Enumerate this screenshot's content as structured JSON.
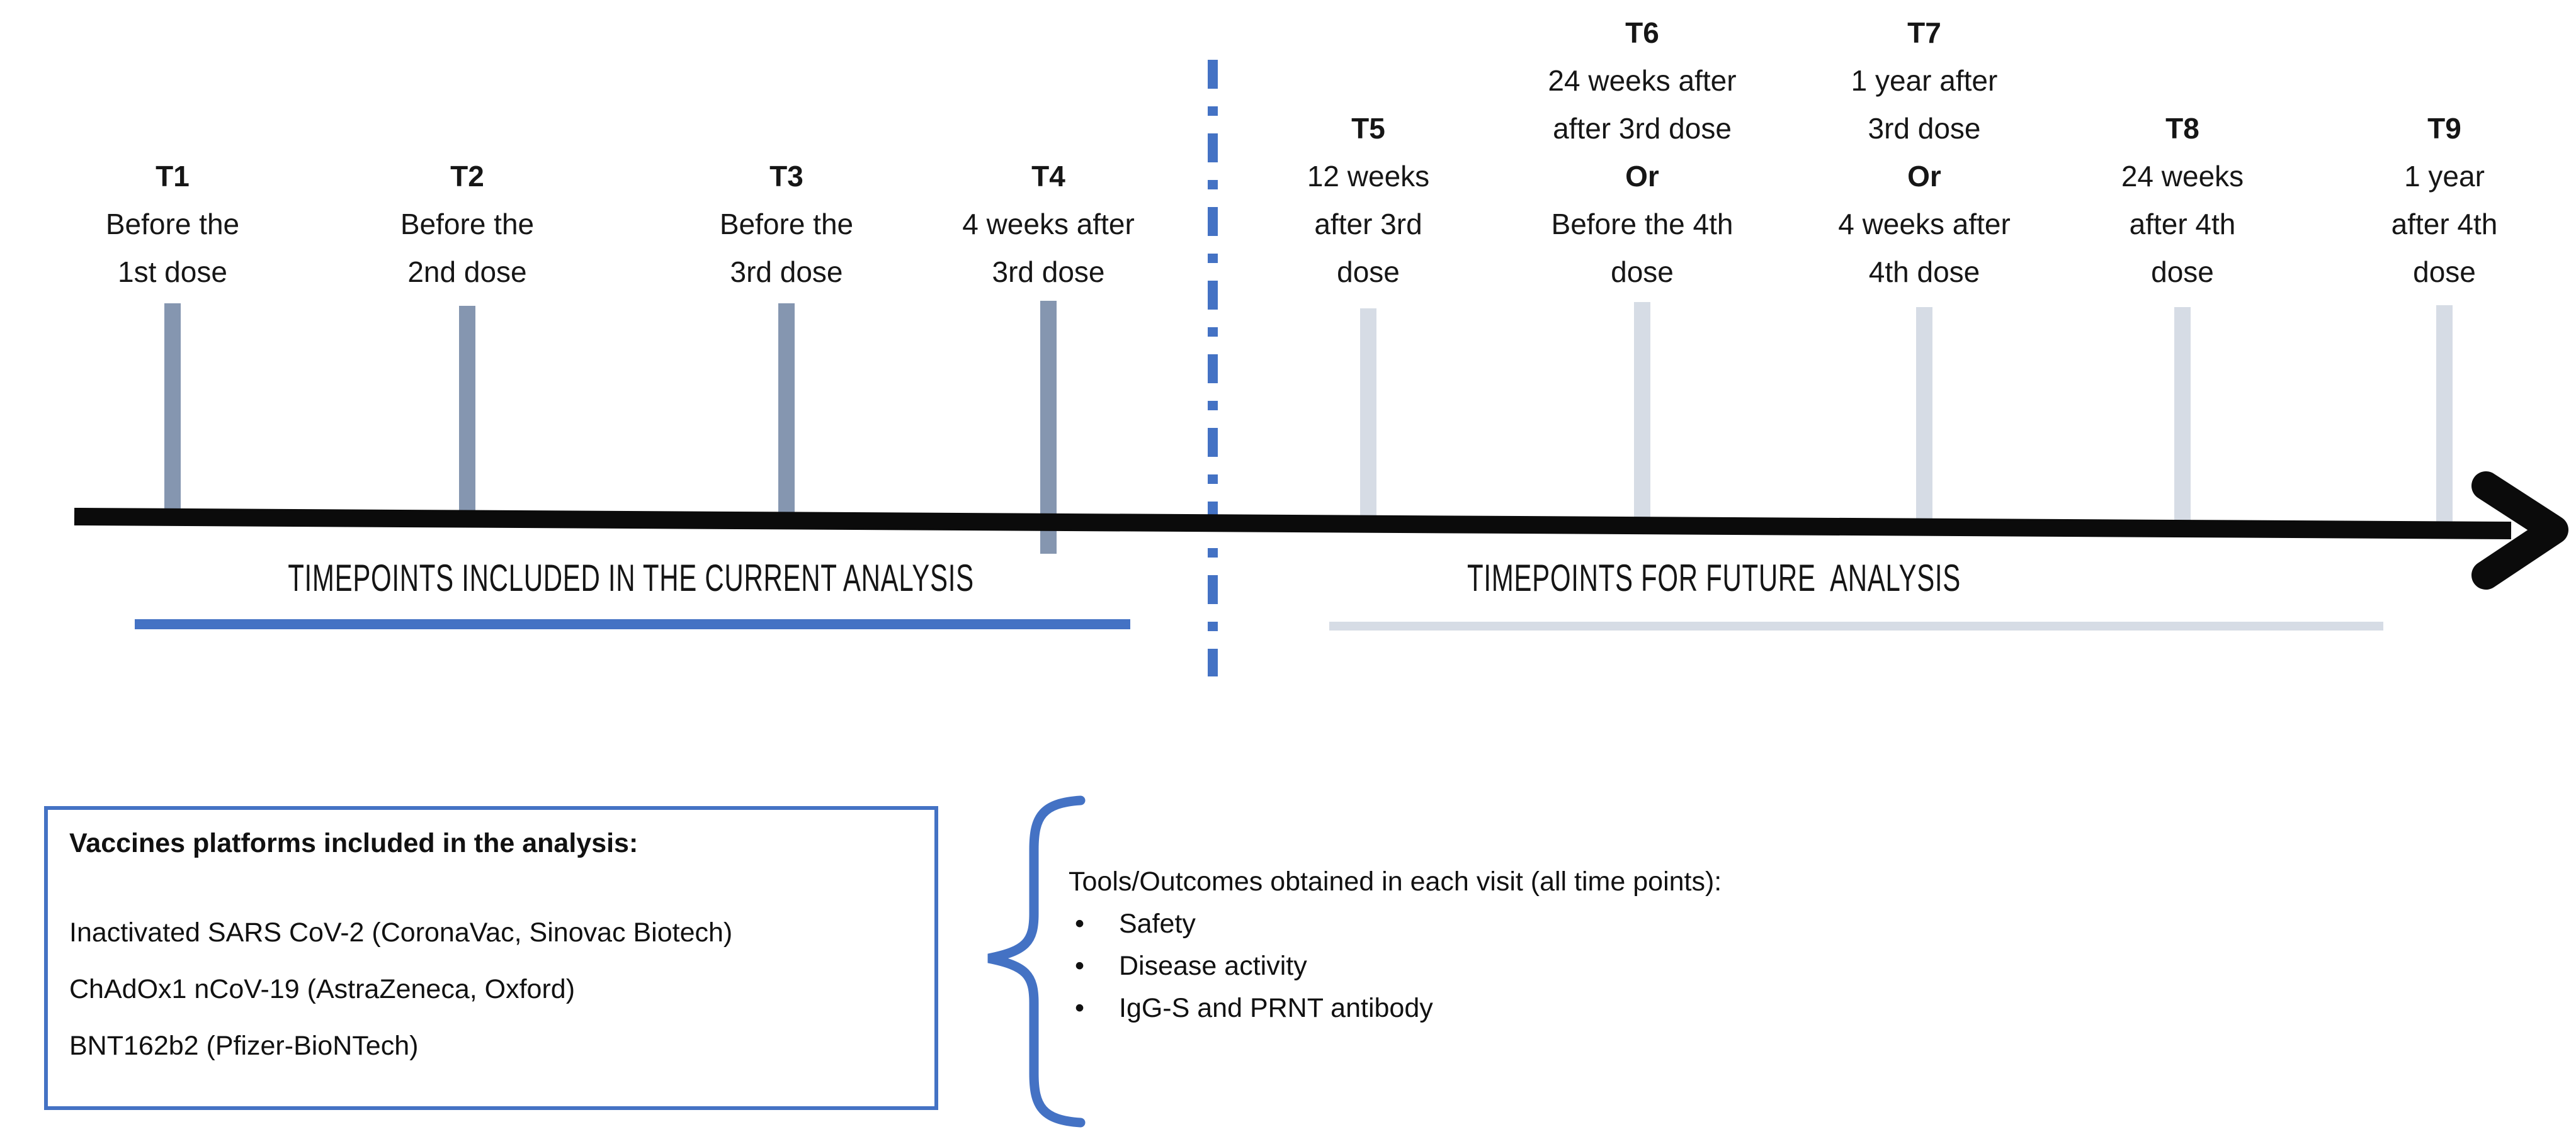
{
  "palette": {
    "accent_blue": "#4472C4",
    "dark_tick": "#8596B0",
    "light_tick": "#D6DCE5",
    "arrow_black": "#0B0B0B"
  },
  "timeline": {
    "sections": [
      {
        "label": "TIMEPOINTS INCLUDED IN THE CURRENT ANALYSIS"
      },
      {
        "label": "TIMEPOINTS FOR FUTURE  ANALYSIS"
      }
    ],
    "timepoints": [
      {
        "id": "T1",
        "phase": "current",
        "lines": [
          {
            "text": "Before the"
          },
          {
            "text": "1st dose"
          }
        ]
      },
      {
        "id": "T2",
        "phase": "current",
        "lines": [
          {
            "text": "Before the"
          },
          {
            "text": "2nd dose"
          }
        ]
      },
      {
        "id": "T3",
        "phase": "current",
        "lines": [
          {
            "text": "Before the"
          },
          {
            "text": "3rd dose"
          }
        ]
      },
      {
        "id": "T4",
        "phase": "current",
        "lines": [
          {
            "text": "4 weeks after"
          },
          {
            "text": "3rd dose"
          }
        ]
      },
      {
        "id": "T5",
        "phase": "future",
        "lines": [
          {
            "text": "12 weeks"
          },
          {
            "text": "after 3rd"
          },
          {
            "text": "dose"
          }
        ]
      },
      {
        "id": "T6",
        "phase": "future",
        "lines": [
          {
            "text": "24 weeks after"
          },
          {
            "text": "after 3rd dose"
          },
          {
            "text": "Or",
            "bold": true
          },
          {
            "text": "Before the 4th"
          },
          {
            "text": "dose"
          }
        ]
      },
      {
        "id": "T7",
        "phase": "future",
        "lines": [
          {
            "text": "1 year after"
          },
          {
            "text": "3rd dose"
          },
          {
            "text": "Or",
            "bold": true
          },
          {
            "text": "4 weeks after"
          },
          {
            "text": "4th dose"
          }
        ]
      },
      {
        "id": "T8",
        "phase": "future",
        "lines": [
          {
            "text": "24 weeks"
          },
          {
            "text": "after 4th"
          },
          {
            "text": "dose"
          }
        ]
      },
      {
        "id": "T9",
        "phase": "future",
        "lines": [
          {
            "text": "1 year"
          },
          {
            "text": "after 4th"
          },
          {
            "text": "dose"
          }
        ]
      }
    ]
  },
  "vaccines_box": {
    "title": "Vaccines platforms included in the analysis:",
    "items": [
      "Inactivated SARS CoV-2 (CoronaVac, Sinovac Biotech)",
      "ChAdOx1 nCoV-19 (AstraZeneca, Oxford)",
      "BNT162b2 (Pfizer-BioNTech)"
    ]
  },
  "tools": {
    "heading": "Tools/Outcomes obtained in each visit (all time points):",
    "bullets": [
      "Safety",
      "Disease activity",
      "IgG-S and PRNT antibody"
    ]
  }
}
